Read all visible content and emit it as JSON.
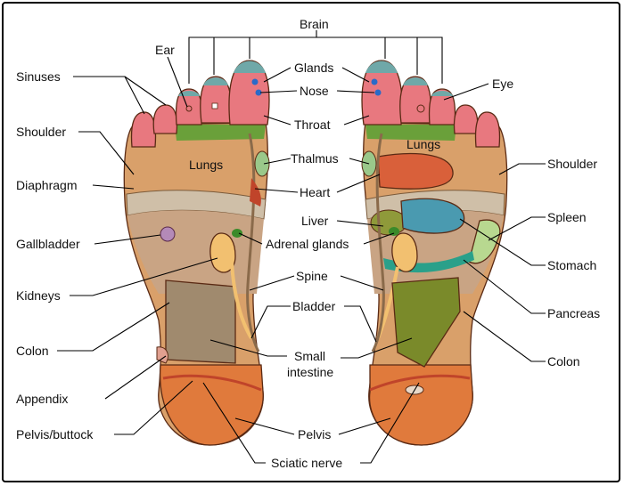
{
  "labels": {
    "brain": "Brain",
    "ear": "Ear",
    "sinuses": "Sinuses",
    "glands": "Glands",
    "nose": "Nose",
    "eye": "Eye",
    "throat": "Throat",
    "shoulder_left": "Shoulder",
    "shoulder_right": "Shoulder",
    "lungs_left": "Lungs",
    "lungs_right": "Lungs",
    "thalmus": "Thalmus",
    "diaphragm": "Diaphragm",
    "heart": "Heart",
    "spleen": "Spleen",
    "liver": "Liver",
    "gallbladder": "Gallbladder",
    "adrenal_glands": "Adrenal glands",
    "stomach": "Stomach",
    "kidneys": "Kidneys",
    "spine": "Spine",
    "pancreas": "Pancreas",
    "bladder": "Bladder",
    "colon_left": "Colon",
    "colon_right": "Colon",
    "small_intestine_1": "Small",
    "small_intestine_2": "intestine",
    "appendix": "Appendix",
    "pelvis_buttock": "Pelvis/buttock",
    "pelvis": "Pelvis",
    "sciatic_nerve": "Sciatic nerve"
  },
  "colors": {
    "toe": "#e8787f",
    "brain_cap": "#6fa8a8",
    "sole": "#d9a06a",
    "heel": "#e07a3c",
    "band": "#cfbfa8",
    "lungs_band": "#6aa03a",
    "heart": "#d9603a",
    "liver": "#8f9a3a",
    "kidney": "#f2c070",
    "colon": "#a08a6e",
    "small_intestine": "#7a8a2a",
    "stomach_blue": "#4a9ab0",
    "spleen": "#b8d890",
    "pancreas": "#2aa08a"
  }
}
